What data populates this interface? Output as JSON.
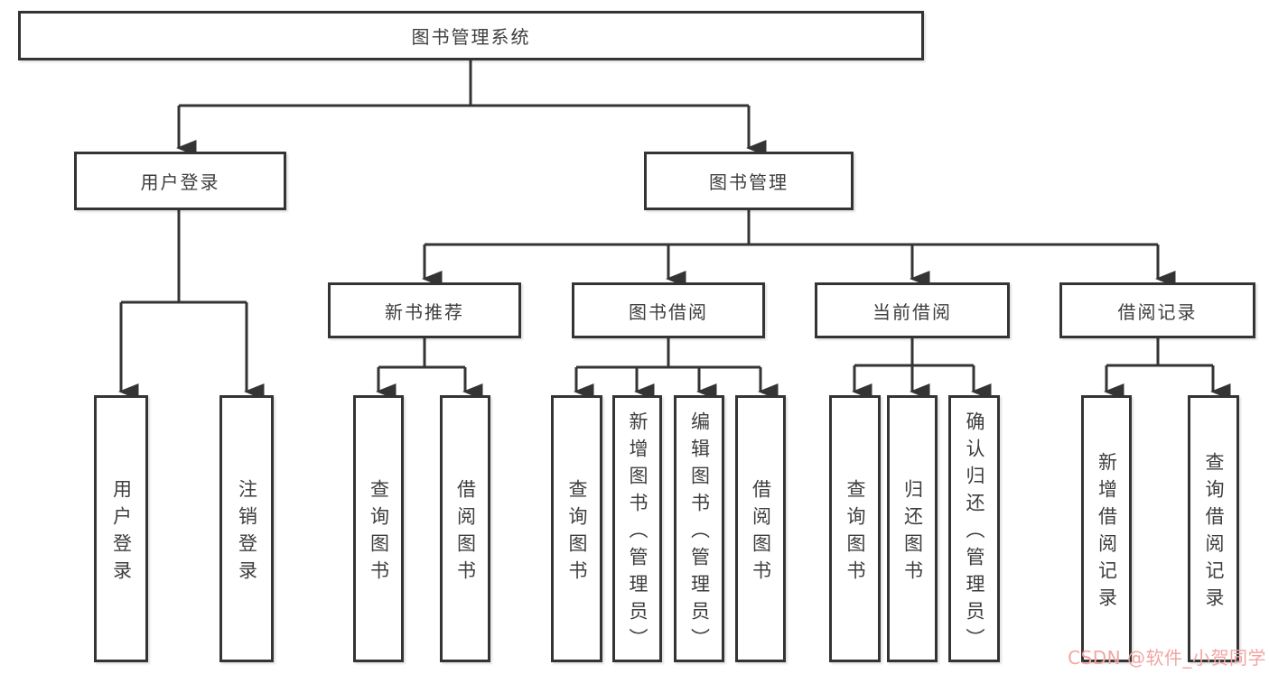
{
  "root": {
    "label": "图书管理系统"
  },
  "level2": {
    "user_login": {
      "label": "用户登录"
    },
    "book_mgmt": {
      "label": "图书管理"
    }
  },
  "level3": {
    "new_books": {
      "label": "新书推荐"
    },
    "borrowing": {
      "label": "图书借阅"
    },
    "current": {
      "label": "当前借阅"
    },
    "records": {
      "label": "借阅记录"
    }
  },
  "leaves": {
    "user_login": [
      "用户登录",
      "注销登录"
    ],
    "new_books": [
      "查询图书",
      "借阅图书"
    ],
    "borrowing": [
      "查询图书",
      "新增图书（管理员）",
      "编辑图书（管理员）",
      "借阅图书"
    ],
    "current": [
      "查询图书",
      "归还图书",
      "确认归还（管理员）"
    ],
    "records": [
      "新增借阅记录",
      "查询借阅记录"
    ]
  },
  "watermark": "CSDN @软件_小贺同学",
  "colors": {
    "line": "#343434",
    "box_fill": "#ffffff",
    "text": "#3e3e3e",
    "watermark": "#f2a6a4",
    "bg": "#ffffff"
  }
}
